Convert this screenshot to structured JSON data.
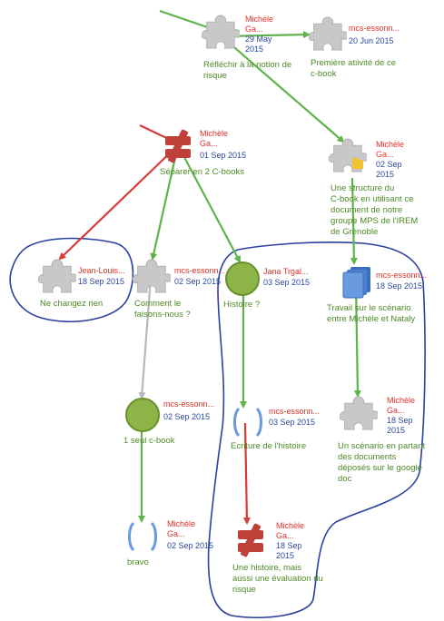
{
  "colors": {
    "edge_green": "#5fb34a",
    "edge_red": "#d93a35",
    "edge_gray": "#b8b8b8",
    "author": "#e0322a",
    "date": "#2a4aa0",
    "label": "#4b8a25",
    "outline": "#2a3f9f",
    "puzzle": "#c8c8c8",
    "stop": "#c0403a",
    "circle": "#8cb446",
    "doc": "#4a7fd0"
  },
  "nodes": {
    "reflechir": {
      "icon": "puzzle-icon",
      "author": "Michèle\nGa...",
      "date": "29 May\n2015",
      "label": "Réfléchir à la notion de\nrisque"
    },
    "premiere": {
      "icon": "puzzle-icon",
      "author": "mcs-essonn...",
      "date": "20 Jun 2015",
      "label": "Première atiivité de ce\nc-book"
    },
    "separer": {
      "icon": "stop-icon",
      "author": "Michèle\nGa...",
      "date": "01 Sep 2015",
      "label": "Séparer en 2 C-books"
    },
    "structure": {
      "icon": "puzzle-folder-icon",
      "author": "Michèle\nGa...",
      "date": "02 Sep\n2015",
      "label": "Une structure du\nC-book en utilisant ce\ndocument de notre\ngroupe MPS de l'IREM\nde Grenoble"
    },
    "nechangez": {
      "icon": "puzzle-icon",
      "author": "Jean-Louis...",
      "date": "18 Sep 2015",
      "label": "Ne changez rien"
    },
    "comment": {
      "icon": "puzzle-icon",
      "author": "mcs-essonn...",
      "date": "02 Sep 2015",
      "label": "Comment le\nfaisons-nous ?"
    },
    "histoire": {
      "icon": "circle-icon",
      "author": "Jana Trgal...",
      "date": "03 Sep 2015",
      "label": "Histoire ?"
    },
    "travail": {
      "icon": "document-icon",
      "author": "mcs-essonn...",
      "date": "18 Sep 2015",
      "label": "Travail sur le scénario\nentre Michèle et Nataly"
    },
    "seul": {
      "icon": "circle-icon",
      "author": "mcs-essonn...",
      "date": "02 Sep 2015",
      "label": "1 seul c-book"
    },
    "ecriture": {
      "icon": "brackets-icon",
      "author": "mcs-essonn...",
      "date": "03 Sep 2015",
      "label": "Ecriture de l'histoire"
    },
    "scenario": {
      "icon": "puzzle-icon",
      "author": "Michèle\nGa...",
      "date": "18 Sep\n2015",
      "label": "Un scénario en partant\ndes documents\ndéposés sur le google\ndoc"
    },
    "bravo": {
      "icon": "brackets-icon",
      "author": "Michèle\nGa...",
      "date": "02 Sep 2015",
      "label": "bravo"
    },
    "unehistoire": {
      "icon": "stop-icon",
      "author": "Michèle\nGa...",
      "date": "18 Sep\n2015",
      "label": "Une histoire, mais\naussi une évaluation du\nrisque"
    }
  },
  "edges": [
    {
      "from": "entry",
      "to": "reflechir",
      "color": "green"
    },
    {
      "from": "reflechir",
      "to": "premiere",
      "color": "green"
    },
    {
      "from": "reflechir",
      "to": "structure",
      "color": "green"
    },
    {
      "from": "entry2",
      "to": "separer",
      "color": "red"
    },
    {
      "from": "separer",
      "to": "nechangez",
      "color": "red"
    },
    {
      "from": "separer",
      "to": "comment",
      "color": "green"
    },
    {
      "from": "separer",
      "to": "histoire",
      "color": "green"
    },
    {
      "from": "comment",
      "to": "seul",
      "color": "gray"
    },
    {
      "from": "seul",
      "to": "bravo",
      "color": "green"
    },
    {
      "from": "histoire",
      "to": "ecriture",
      "color": "green"
    },
    {
      "from": "ecriture",
      "to": "unehistoire",
      "color": "red"
    },
    {
      "from": "structure",
      "to": "travail",
      "color": "green"
    },
    {
      "from": "travail",
      "to": "scenario",
      "color": "green"
    }
  ]
}
